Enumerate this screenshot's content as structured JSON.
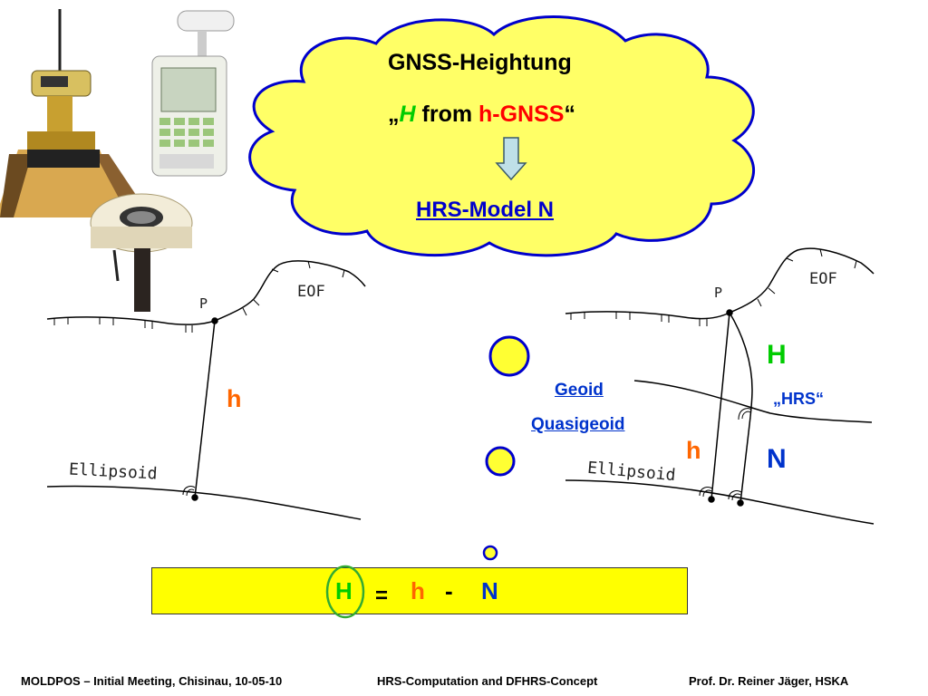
{
  "cloud": {
    "title": "GNSS-Heightung",
    "line2_open": "„",
    "line2_H": "H",
    "line2_from": " from ",
    "line2_h": "h-GNSS",
    "line2_close": "“",
    "model": "HRS-Model N"
  },
  "left_diagram": {
    "point": "P",
    "surface": "EOF",
    "height_symbol": "h",
    "reference": "Ellipsoid"
  },
  "right_diagram": {
    "point": "P",
    "surface": "EOF",
    "H_symbol": "H",
    "hrs_label": "„HRS“",
    "h_symbol": "h",
    "N_symbol": "N",
    "reference": "Ellipsoid"
  },
  "legend": {
    "geoid": "Geoid",
    "quasigeoid": "Quasigeoid"
  },
  "formula": {
    "H": "H",
    "eq": "=",
    "h": "h",
    "minus": "-",
    "N": "N"
  },
  "footer": {
    "left": "MOLDPOS – Initial Meeting, Chisinau, 10-05-10",
    "middle": "HRS-Computation and DFHRS-Concept",
    "right": "Prof. Dr. Reiner Jäger, HSKA"
  },
  "colors": {
    "cloud_fill": "#ffff66",
    "cloud_stroke": "#0000cc",
    "green": "#00cc00",
    "orange": "#ff6600",
    "blue": "#0033cc",
    "red": "#ff0000",
    "formula_fill": "#ffff00"
  }
}
